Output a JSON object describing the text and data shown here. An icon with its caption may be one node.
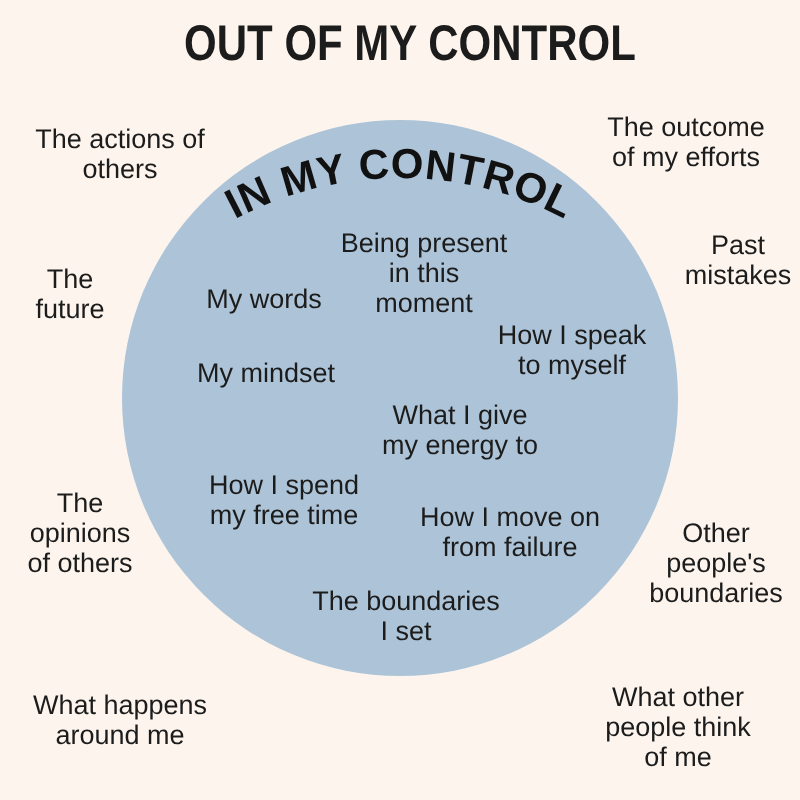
{
  "diagram": {
    "title": "OUT OF MY CONTROL",
    "nodes": [
      {
        "text": [
          "IN MY CONTROL",
          "Being present in this moment",
          "My words",
          "How I speak to myself",
          "My mindset",
          "What I give my energy to",
          "How I spend my free time",
          "How I move on from failure",
          "The boundaries I set"
        ]
      }
    ],
    "labels": [
      "The actions of others",
      "The outcome of my efforts",
      "The future",
      "Past mistakes",
      "The opinions of others",
      "Other people's boundaries",
      "What happens around me",
      "What other people think of me"
    ]
  }
}
